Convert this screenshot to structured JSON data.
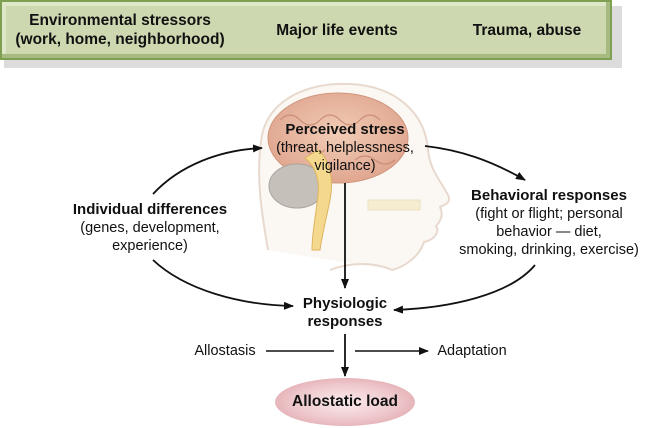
{
  "banner": {
    "items": [
      {
        "line1": "Environmental stressors",
        "line2": "(work, home, neighborhood)"
      },
      {
        "line1": "Major life events"
      },
      {
        "line1": "Trauma, abuse"
      }
    ],
    "fill_color": "#cdd8b0",
    "border_color": "#7f9f52"
  },
  "nodes": {
    "perceived_stress": {
      "title": "Perceived stress",
      "line1": "(threat, helplessness,",
      "line2": "vigilance)"
    },
    "individual_differences": {
      "title": "Individual differences",
      "line1": "(genes, development,",
      "line2": "experience)"
    },
    "behavioral_responses": {
      "title": "Behavioral responses",
      "line1": "(fight or flight; personal",
      "line2": "behavior — diet,",
      "line3": "smoking, drinking, exercise)"
    },
    "physiologic_responses": {
      "title_line1": "Physiologic",
      "title_line2": "responses"
    },
    "allostasis": "Allostasis",
    "adaptation": "Adaptation",
    "allostatic_load": "Allostatic load"
  },
  "illustration": "brain-in-head-sagittal-icon",
  "colors": {
    "ellipse_edge": "#d9979f",
    "brain": "#e3a98e",
    "head_outline": "#e8d8cc",
    "arrow": "#111111"
  }
}
